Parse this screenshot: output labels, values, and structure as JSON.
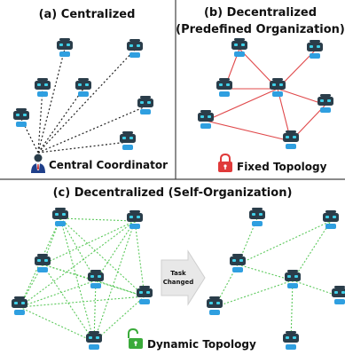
{
  "panels": {
    "a": {
      "title": "(a) Centralized",
      "caption": "Central Coordinator"
    },
    "b": {
      "title_line1": "(b) Decentralized",
      "title_line2": "(Predefined Organization)",
      "caption": "Fixed Topology"
    },
    "c": {
      "title": "(c) Decentralized (Self-Organization)",
      "caption": "Dynamic Topology",
      "transition_line1": "Task",
      "transition_line2": "Changed"
    }
  },
  "colors": {
    "agent_head": "#2a3d4a",
    "agent_eye": "#3fd0e8",
    "agent_body": "#2f9fe0",
    "centralized_link": "#222222",
    "fixed_link": "#e0484a",
    "dynamic_link": "#5cc95c",
    "lock_closed": "#e03a3a",
    "lock_open": "#3aaa3a",
    "arrow_fill": "#e8e8e8",
    "divider": "#444444"
  },
  "icons": [
    "robot-agent-icon",
    "coordinator-person-icon",
    "closed-lock-icon",
    "open-lock-icon",
    "right-arrow-icon"
  ]
}
